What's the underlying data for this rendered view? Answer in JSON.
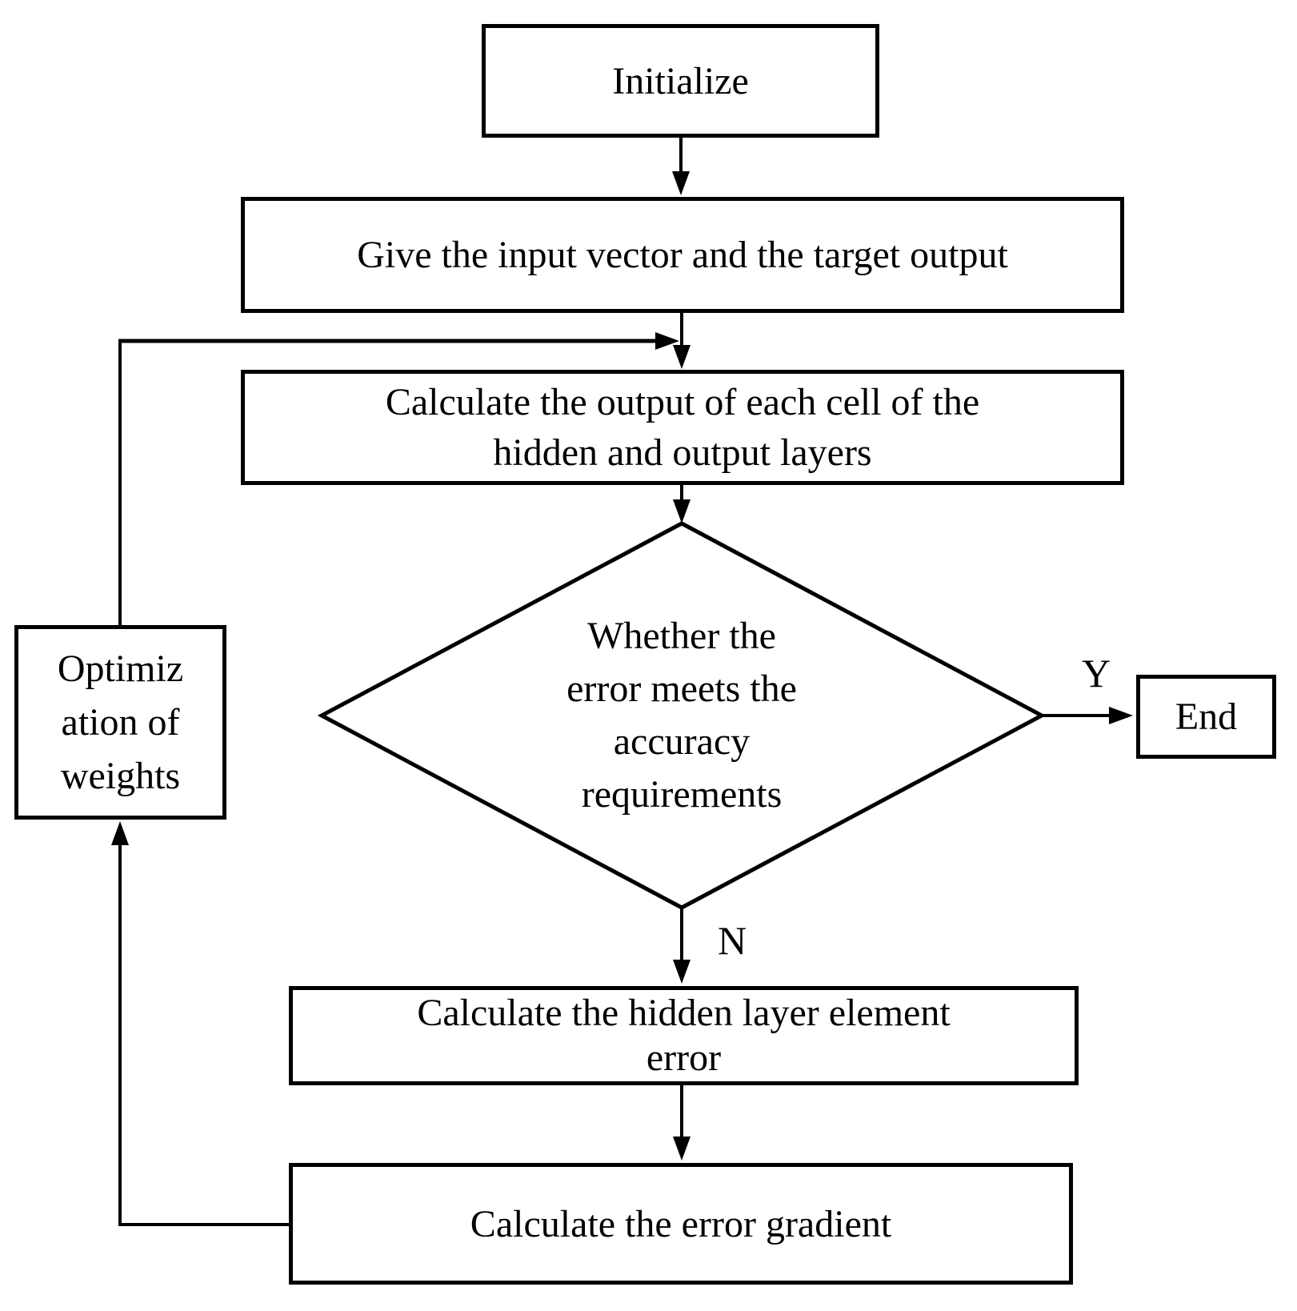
{
  "flowchart": {
    "type": "flowchart",
    "colors": {
      "stroke": "#000000",
      "fill": "#ffffff",
      "text": "#000000"
    },
    "nodes": {
      "initialize": {
        "type": "process",
        "label": "Initialize"
      },
      "give_input": {
        "type": "process",
        "label": "Give the input vector and the target output"
      },
      "calc_output": {
        "type": "process",
        "lines": [
          "Calculate the output of each cell of the",
          "hidden and output layers"
        ]
      },
      "error_check": {
        "type": "decision",
        "lines": [
          "Whether the",
          "error meets the",
          "accuracy",
          "requirements"
        ]
      },
      "end": {
        "type": "terminal",
        "label": "End"
      },
      "calc_hidden_error": {
        "type": "process",
        "lines": [
          "Calculate the hidden layer element",
          "error"
        ]
      },
      "calc_gradient": {
        "type": "process",
        "label": "Calculate the error gradient"
      },
      "optimize_weights": {
        "type": "process",
        "lines": [
          "Optimiz",
          "ation of",
          "weights"
        ]
      }
    },
    "edge_labels": {
      "yes": "Y",
      "no": "N"
    }
  }
}
